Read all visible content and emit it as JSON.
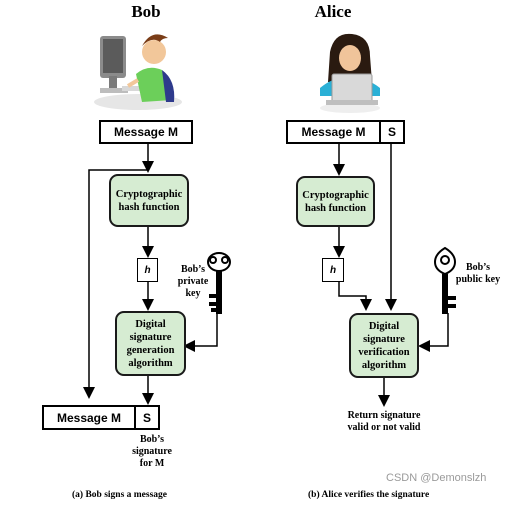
{
  "left": {
    "name": "Bob",
    "message_box": {
      "message": "Message M"
    },
    "hash_function": "Cryptographic hash function",
    "hash_value": "h",
    "key_label": "Bob’s private key",
    "signature_generation": "Digital signature generation algorithm",
    "output_box": {
      "message": "Message M",
      "signature": "S"
    },
    "signature_label": "Bob’s signature for M",
    "caption": "(a) Bob signs a message"
  },
  "right": {
    "name": "Alice",
    "message_box": {
      "message": "Message M",
      "signature": "S"
    },
    "hash_function": "Cryptographic hash function",
    "hash_value": "h",
    "key_label": "Bob’s public key",
    "signature_verification": "Digital signature verification algorithm",
    "result": "Return signature valid or not valid",
    "caption": "(b) Alice verifies the signature"
  },
  "watermark": "CSDN @Demonslzh",
  "colors": {
    "process_fill": "#d6ecd2",
    "stroke": "#000000"
  },
  "icons": [
    "bob-computer-icon",
    "alice-laptop-icon",
    "private-key-icon",
    "public-key-icon"
  ]
}
